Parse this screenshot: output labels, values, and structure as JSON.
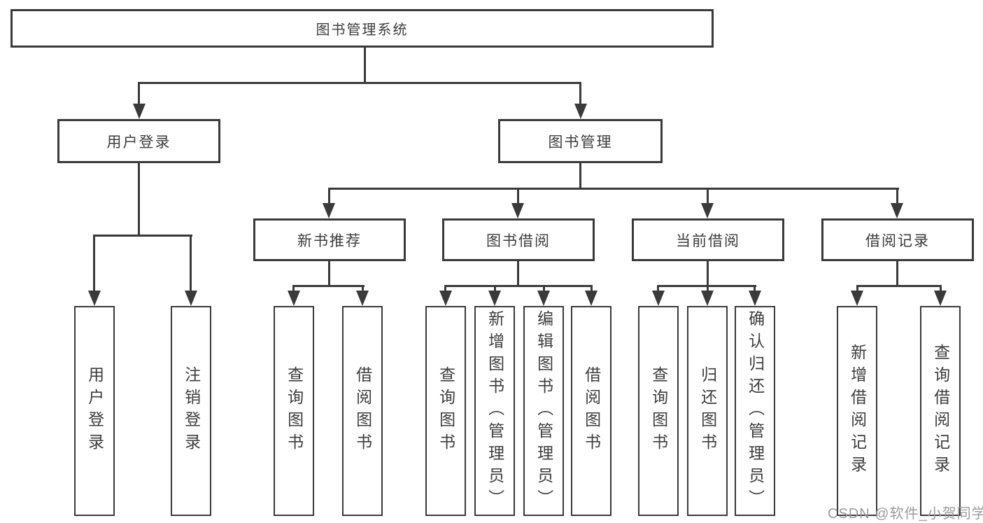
{
  "tree": {
    "root": {
      "label": "图书管理系统"
    },
    "level1": [
      {
        "label": "用户登录"
      },
      {
        "label": "图书管理"
      }
    ],
    "level2": [
      {
        "label": "新书推荐"
      },
      {
        "label": "图书借阅"
      },
      {
        "label": "当前借阅"
      },
      {
        "label": "借阅记录"
      }
    ],
    "login_children": [
      {
        "label": "用户登录"
      },
      {
        "label": "注销登录"
      }
    ],
    "recommend_children": [
      {
        "label": "查询图书"
      },
      {
        "label": "借阅图书"
      }
    ],
    "borrow_children": [
      {
        "label": "查询图书"
      },
      {
        "label": "新增图书（管理员）"
      },
      {
        "label": "编辑图书（管理员）"
      },
      {
        "label": "借阅图书"
      }
    ],
    "current_children": [
      {
        "label": "查询图书"
      },
      {
        "label": "归还图书"
      },
      {
        "label": "确认归还（管理员）"
      }
    ],
    "record_children": [
      {
        "label": "新增借阅记录"
      },
      {
        "label": "查询借阅记录"
      }
    ]
  },
  "watermark": "CSDN @软件_小贺同学",
  "colors": {
    "line": "#3a3a3a",
    "text": "#3d3d3d",
    "box_bg": "#ffffff",
    "watermark": "#9b9b9b"
  }
}
